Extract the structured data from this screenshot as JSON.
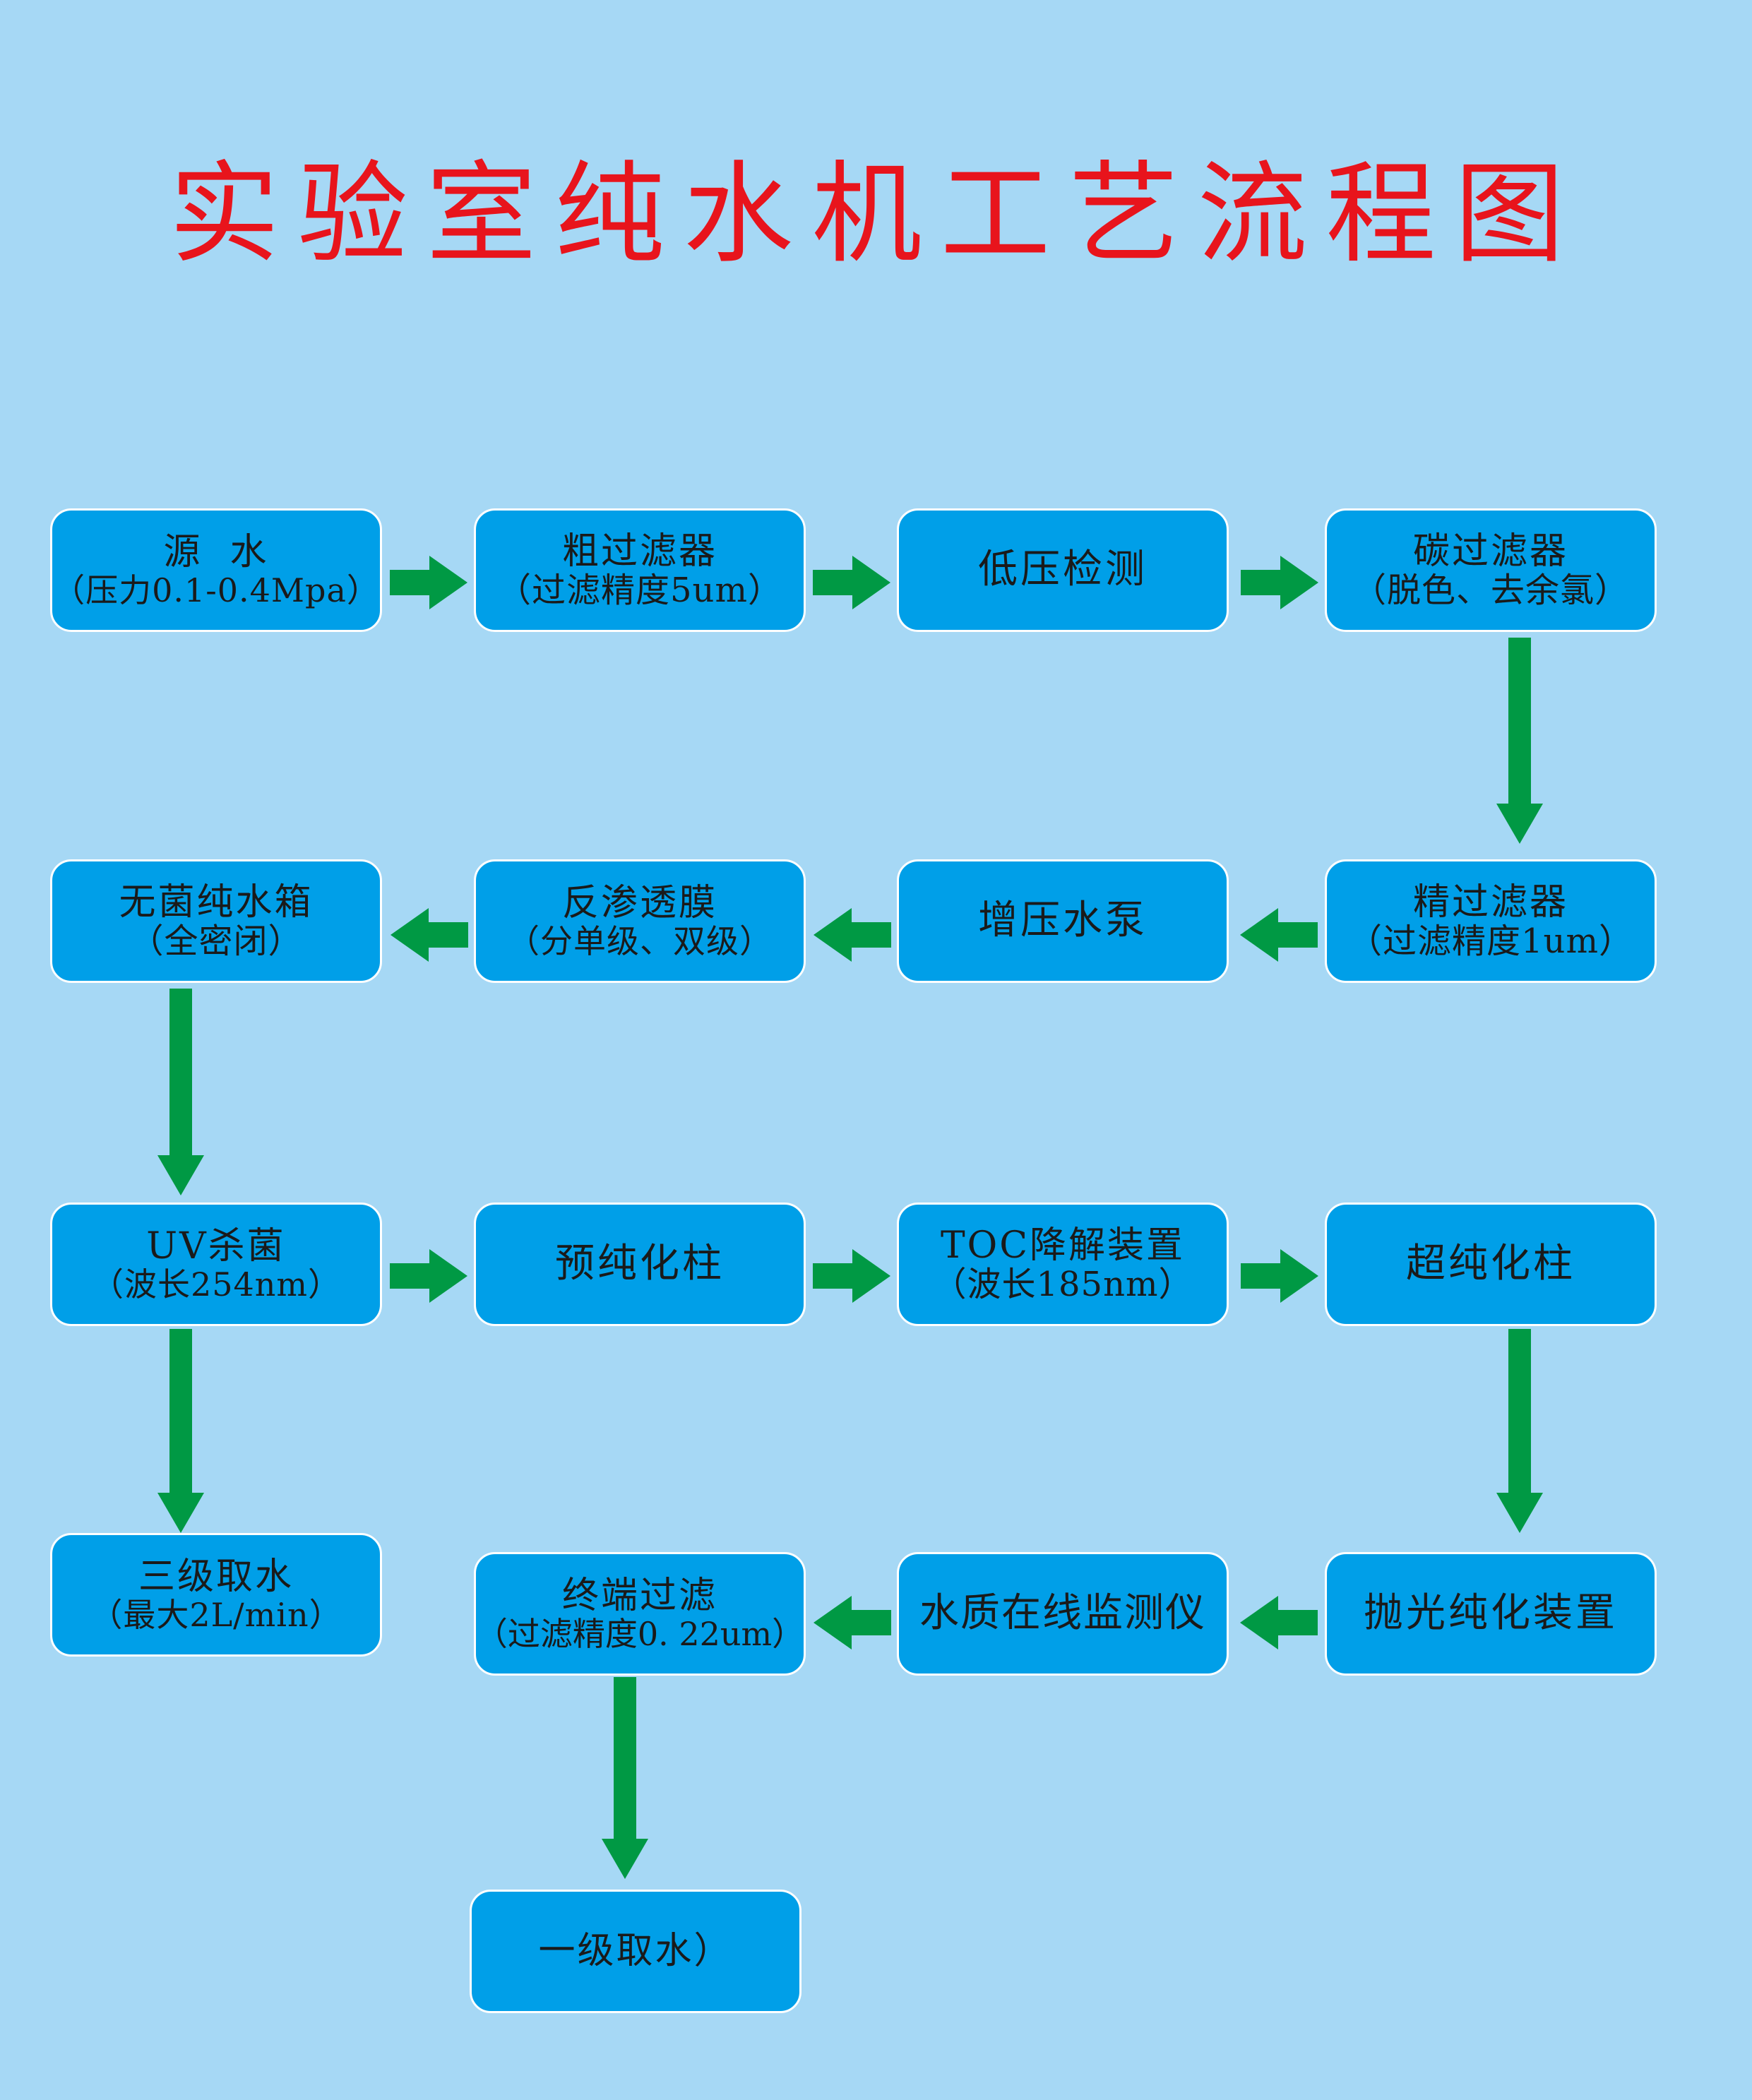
{
  "title": "实验室纯水机工艺流程图",
  "colors": {
    "background": "#a6d8f5",
    "node_fill": "#009fe8",
    "node_border": "#ffffff",
    "arrow": "#009944",
    "title": "#e8141c"
  },
  "nodes": {
    "source_water": {
      "line1": "源  水",
      "line2": "（压力0.1-0.4Mpa）"
    },
    "coarse_filter": {
      "line1": "粗过滤器",
      "line2": "（过滤精度5um）"
    },
    "low_pressure_detection": {
      "line1": "低压检测"
    },
    "carbon_filter": {
      "line1": "碳过滤器",
      "line2": "（脱色、去余氯）"
    },
    "fine_filter": {
      "line1": "精过滤器",
      "line2": "（过滤精度1um）"
    },
    "booster_pump": {
      "line1": "增压水泵"
    },
    "reverse_osmosis": {
      "line1": "反渗透膜",
      "line2": "（分单级、双级）"
    },
    "sterile_tank": {
      "line1": "无菌纯水箱",
      "line2": "（全密闭）"
    },
    "uv_sterilization": {
      "line1": "UV杀菌",
      "line2": "（波长254nm）"
    },
    "pre_pure_column": {
      "line1": "预纯化柱"
    },
    "toc_degradation": {
      "line1": "TOC降解装置",
      "line2": "（波长185nm）"
    },
    "ultra_pure_column": {
      "line1": "超纯化柱"
    },
    "polishing_device": {
      "line1": "抛光纯化装置"
    },
    "quality_monitor": {
      "line1": "水质在线监测仪"
    },
    "terminal_filter": {
      "line1": "终端过滤",
      "line2": "（过滤精度0. 22um）"
    },
    "grade3_water": {
      "line1": "三级取水",
      "line2": "（最大2L/min）"
    },
    "grade1_water": {
      "line1": "一级取水）"
    }
  },
  "flow": [
    [
      "source_water",
      "coarse_filter"
    ],
    [
      "coarse_filter",
      "low_pressure_detection"
    ],
    [
      "low_pressure_detection",
      "carbon_filter"
    ],
    [
      "carbon_filter",
      "fine_filter"
    ],
    [
      "fine_filter",
      "booster_pump"
    ],
    [
      "booster_pump",
      "reverse_osmosis"
    ],
    [
      "reverse_osmosis",
      "sterile_tank"
    ],
    [
      "sterile_tank",
      "uv_sterilization"
    ],
    [
      "uv_sterilization",
      "pre_pure_column"
    ],
    [
      "pre_pure_column",
      "toc_degradation"
    ],
    [
      "toc_degradation",
      "ultra_pure_column"
    ],
    [
      "uv_sterilization",
      "grade3_water"
    ],
    [
      "ultra_pure_column",
      "polishing_device"
    ],
    [
      "polishing_device",
      "quality_monitor"
    ],
    [
      "quality_monitor",
      "terminal_filter"
    ],
    [
      "terminal_filter",
      "grade1_water"
    ]
  ]
}
